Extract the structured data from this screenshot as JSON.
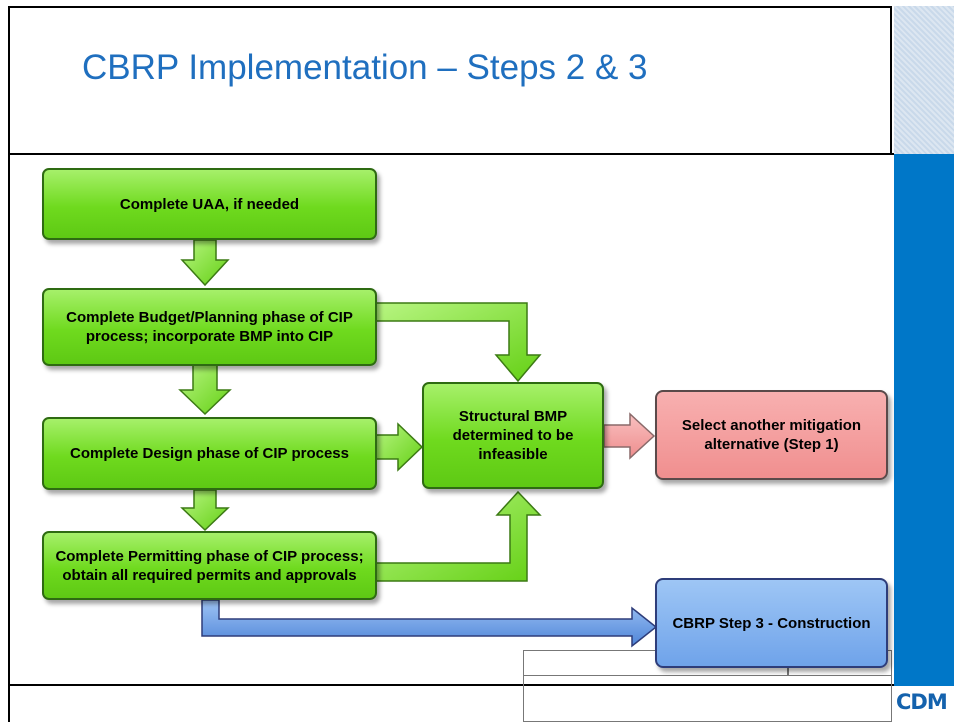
{
  "slide": {
    "title": "CBRP Implementation – Steps 2 & 3",
    "logo": "CDM"
  },
  "diagram": {
    "nodes": [
      {
        "id": "uaa",
        "label": "Complete UAA, if needed"
      },
      {
        "id": "budget",
        "label": "Complete Budget/Planning phase of CIP process; incorporate BMP into CIP"
      },
      {
        "id": "design",
        "label": "Complete Design phase of CIP process"
      },
      {
        "id": "permitting",
        "label": "Complete Permitting phase of CIP process; obtain all required permits and approvals"
      },
      {
        "id": "infeasible",
        "label": "Structural BMP determined to be infeasible"
      },
      {
        "id": "mitigation",
        "label": "Select another mitigation alternative (Step 1)"
      },
      {
        "id": "construction",
        "label": "CBRP Step 3  - Construction"
      }
    ],
    "colors": {
      "process": "#6fda1e",
      "alternative": "#f08f8f",
      "next_step": "#6fa3ea",
      "arrow_green": "#7be22a",
      "arrow_pink": "#f4a0a0",
      "arrow_blue": "#5b8fe0",
      "title": "#1f6fbf",
      "sidebar": "#0077c8"
    }
  }
}
